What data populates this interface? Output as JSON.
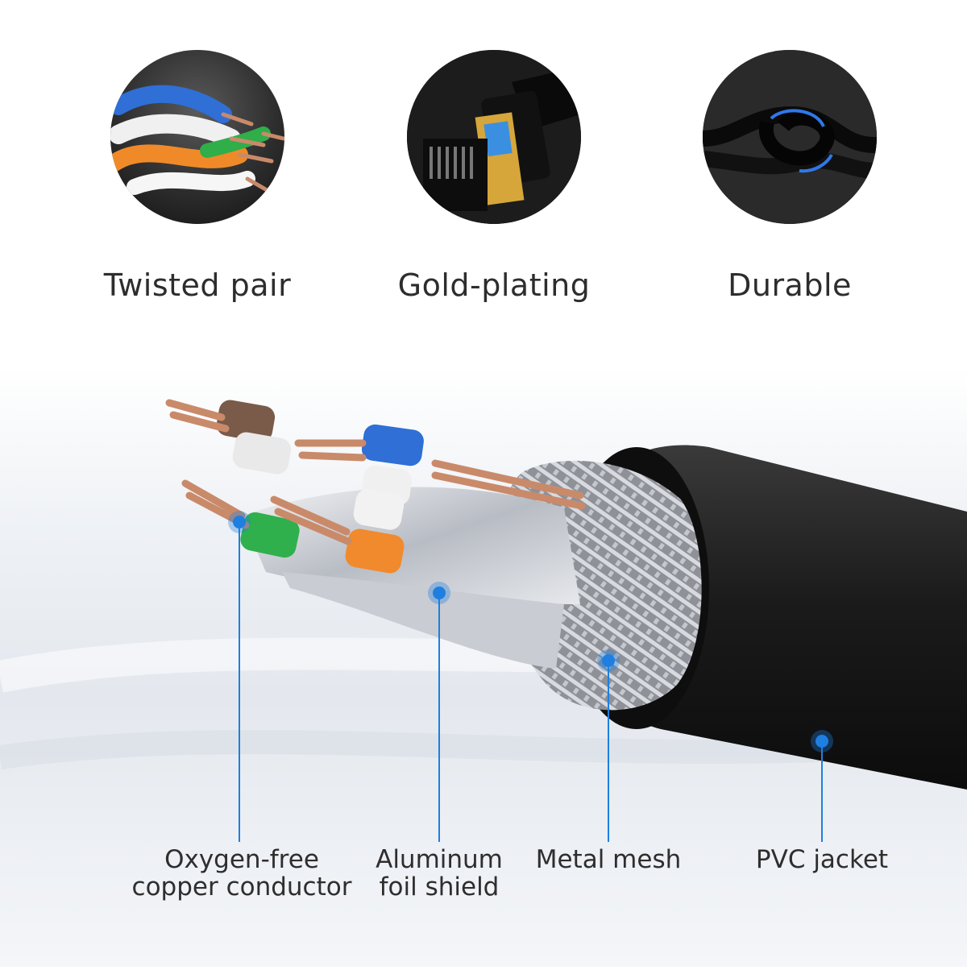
{
  "features": [
    {
      "label": "Twisted pair",
      "icon": "twisted-pair-icon"
    },
    {
      "label": "Gold-plating",
      "icon": "rj45-connector-icon"
    },
    {
      "label": "Durable",
      "icon": "knotted-cable-icon"
    }
  ],
  "callouts": {
    "conductor": {
      "line1": "Oxygen-free",
      "line2": "copper conductor"
    },
    "foil": {
      "line1": "Aluminum",
      "line2": "foil shield"
    },
    "mesh": {
      "line1": "Metal mesh"
    },
    "jacket": {
      "line1": "PVC jacket"
    }
  },
  "colors": {
    "accent": "#1e7fe0",
    "copper": "#c98a6a",
    "jacket": "#1a1a1a",
    "mesh": "#b9bcc2"
  }
}
